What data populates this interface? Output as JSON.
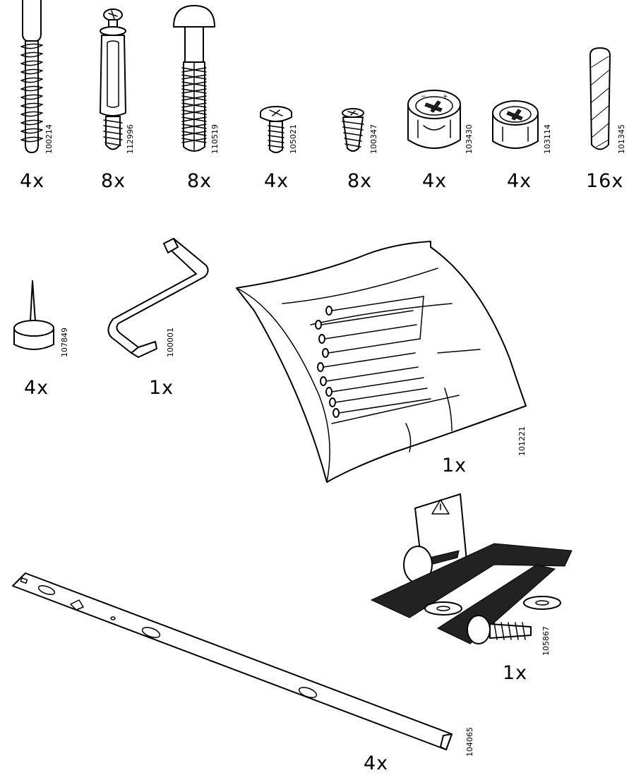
{
  "parts": [
    {
      "id": "100214",
      "qty": "4x",
      "icon": "lag-screw-icon"
    },
    {
      "id": "112996",
      "qty": "8x",
      "icon": "wall-plug-bolt-icon"
    },
    {
      "id": "110519",
      "qty": "8x",
      "icon": "anchor-bolt-icon"
    },
    {
      "id": "105021",
      "qty": "4x",
      "icon": "machine-screw-icon"
    },
    {
      "id": "100347",
      "qty": "8x",
      "icon": "cam-screw-icon"
    },
    {
      "id": "103430",
      "qty": "4x",
      "icon": "cam-lock-icon"
    },
    {
      "id": "103114",
      "qty": "4x",
      "icon": "cam-lock-small-icon"
    },
    {
      "id": "101345",
      "qty": "16x",
      "icon": "wood-dowel-icon"
    },
    {
      "id": "107849",
      "qty": "4x",
      "icon": "furniture-glide-icon"
    },
    {
      "id": "100001",
      "qty": "1x",
      "icon": "allen-key-icon"
    },
    {
      "id": "101221",
      "qty": "1x",
      "icon": "nail-bag-icon"
    },
    {
      "id": "105867",
      "qty": "1x",
      "icon": "wall-anchor-strap-kit-icon"
    },
    {
      "id": "104065",
      "qty": "4x",
      "icon": "metal-rail-icon"
    }
  ]
}
